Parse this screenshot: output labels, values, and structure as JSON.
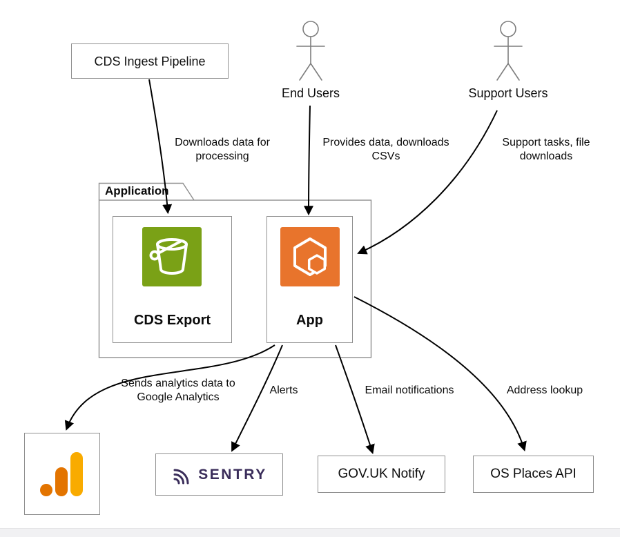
{
  "diagram": {
    "nodes": {
      "cds_ingest": {
        "label": "CDS Ingest Pipeline"
      },
      "end_users": {
        "label": "End Users"
      },
      "support_users": {
        "label": "Support Users"
      },
      "application": {
        "label": "Application"
      },
      "cds_export": {
        "label": "CDS Export"
      },
      "app": {
        "label": "App"
      },
      "sentry": {
        "label": "SENTRY"
      },
      "govuk_notify": {
        "label": "GOV.UK Notify"
      },
      "os_places": {
        "label": "OS Places API"
      }
    },
    "edges": {
      "ingest_to_export": {
        "label": "Downloads data for processing"
      },
      "users_to_app": {
        "label": "Provides data, downloads CSVs"
      },
      "support_to_app": {
        "label": "Support tasks, file downloads"
      },
      "app_to_analytics": {
        "label": "Sends analytics data to Google Analytics"
      },
      "app_to_sentry": {
        "label": "Alerts"
      },
      "app_to_notify": {
        "label": "Email notifications"
      },
      "app_to_os_places": {
        "label": "Address lookup"
      }
    },
    "icons": {
      "cds_export_icon": "aws-s3-bucket-icon",
      "app_icon": "aws-ecs-container-icon",
      "analytics_icon": "google-analytics-icon",
      "sentry_icon": "sentry-wave-icon",
      "end_users_icon": "person-stick-figure-icon",
      "support_users_icon": "person-stick-figure-icon"
    },
    "colors": {
      "s3_green": "#7AA116",
      "ecs_orange": "#E8742C",
      "ga_amber": "#F9AB00",
      "ga_orange": "#E37400",
      "sentry_purple": "#3A2D5A",
      "box_border": "#8E8E8E",
      "arrow": "#000000",
      "figure_gray": "#7D7D7D"
    }
  }
}
